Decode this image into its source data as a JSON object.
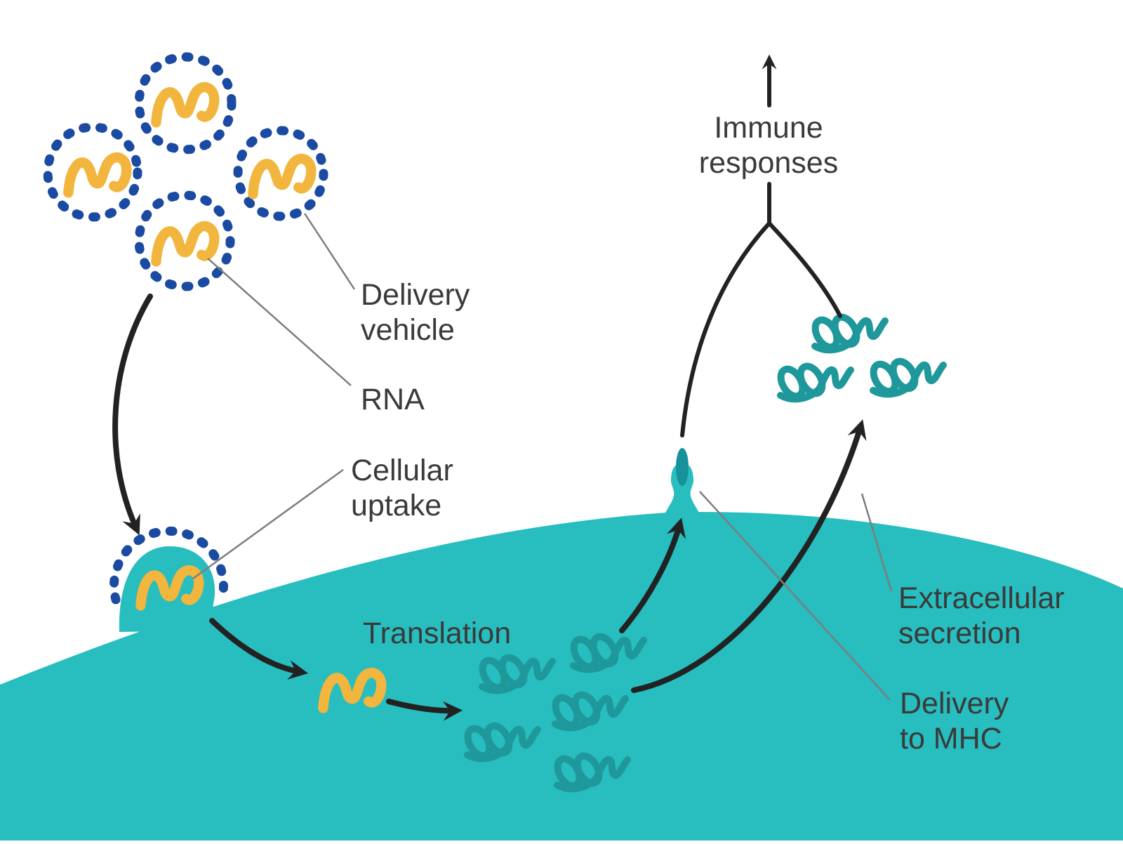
{
  "figure": {
    "kind": "biological process diagram",
    "subject": "RNA delivery vehicle uptake, translation and immune presentation in a cell"
  },
  "labels": {
    "delivery_vehicle": {
      "line1": "Delivery",
      "line2": "vehicle"
    },
    "rna": {
      "line1": "RNA"
    },
    "cellular_uptake": {
      "line1": "Cellular",
      "line2": "uptake"
    },
    "translation": {
      "line1": "Translation"
    },
    "immune_responses": {
      "line1": "Immune",
      "line2": "responses"
    },
    "extracellular_secretion": {
      "line1": "Extracellular",
      "line2": "secretion"
    },
    "delivery_to_mhc": {
      "line1": "Delivery",
      "line2": "to MHC"
    }
  },
  "colors": {
    "background": "#ffffff",
    "cell": "#28bdbe",
    "protein": "#1f989b",
    "mhc_peptide": "#17929b",
    "rna": "#f2b53d",
    "vesicle_membrane": "#1b4aa2",
    "arrow": "#222222",
    "pointer_line": "#7d7d7d",
    "text": "#3a3a3a"
  },
  "element_counts": {
    "delivery_vesicles": 4,
    "rna_strands": 6,
    "intracellular_proteins": 5,
    "extracellular_proteins": 3
  }
}
